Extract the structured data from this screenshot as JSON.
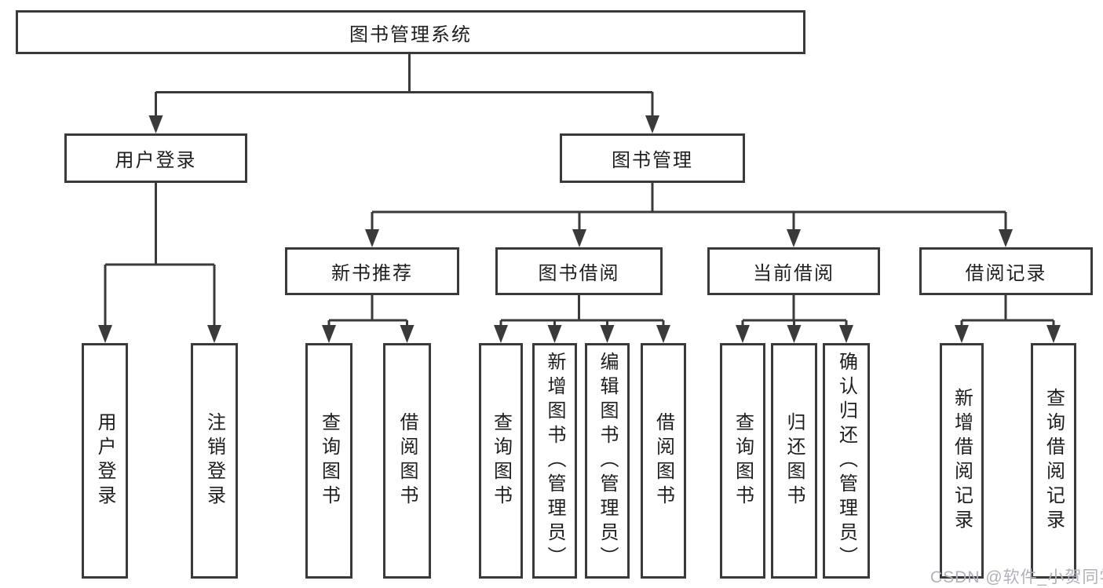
{
  "tree": {
    "label": "图书管理系统",
    "children": [
      {
        "label": "用户登录",
        "children": [
          {
            "label": "用户登录"
          },
          {
            "label": "注销登录"
          }
        ]
      },
      {
        "label": "图书管理",
        "children": [
          {
            "label": "新书推荐",
            "children": [
              {
                "label": "查询图书"
              },
              {
                "label": "借阅图书"
              }
            ]
          },
          {
            "label": "图书借阅",
            "children": [
              {
                "label": "查询图书"
              },
              {
                "label": "新增图书（管理员）"
              },
              {
                "label": "编辑图书（管理员）"
              },
              {
                "label": "借阅图书"
              }
            ]
          },
          {
            "label": "当前借阅",
            "children": [
              {
                "label": "查询图书"
              },
              {
                "label": "归还图书"
              },
              {
                "label": "确认归还（管理员）"
              }
            ]
          },
          {
            "label": "借阅记录",
            "children": [
              {
                "label": "新增借阅记录"
              },
              {
                "label": "查询借阅记录"
              }
            ]
          }
        ]
      }
    ]
  },
  "watermark": {
    "text": "CSDN @软件_小贺同学"
  },
  "colors": {
    "line": "#3a3a3a",
    "text": "#1e1e1e",
    "watermark": "#b1b1bd",
    "background": "#ffffff"
  }
}
